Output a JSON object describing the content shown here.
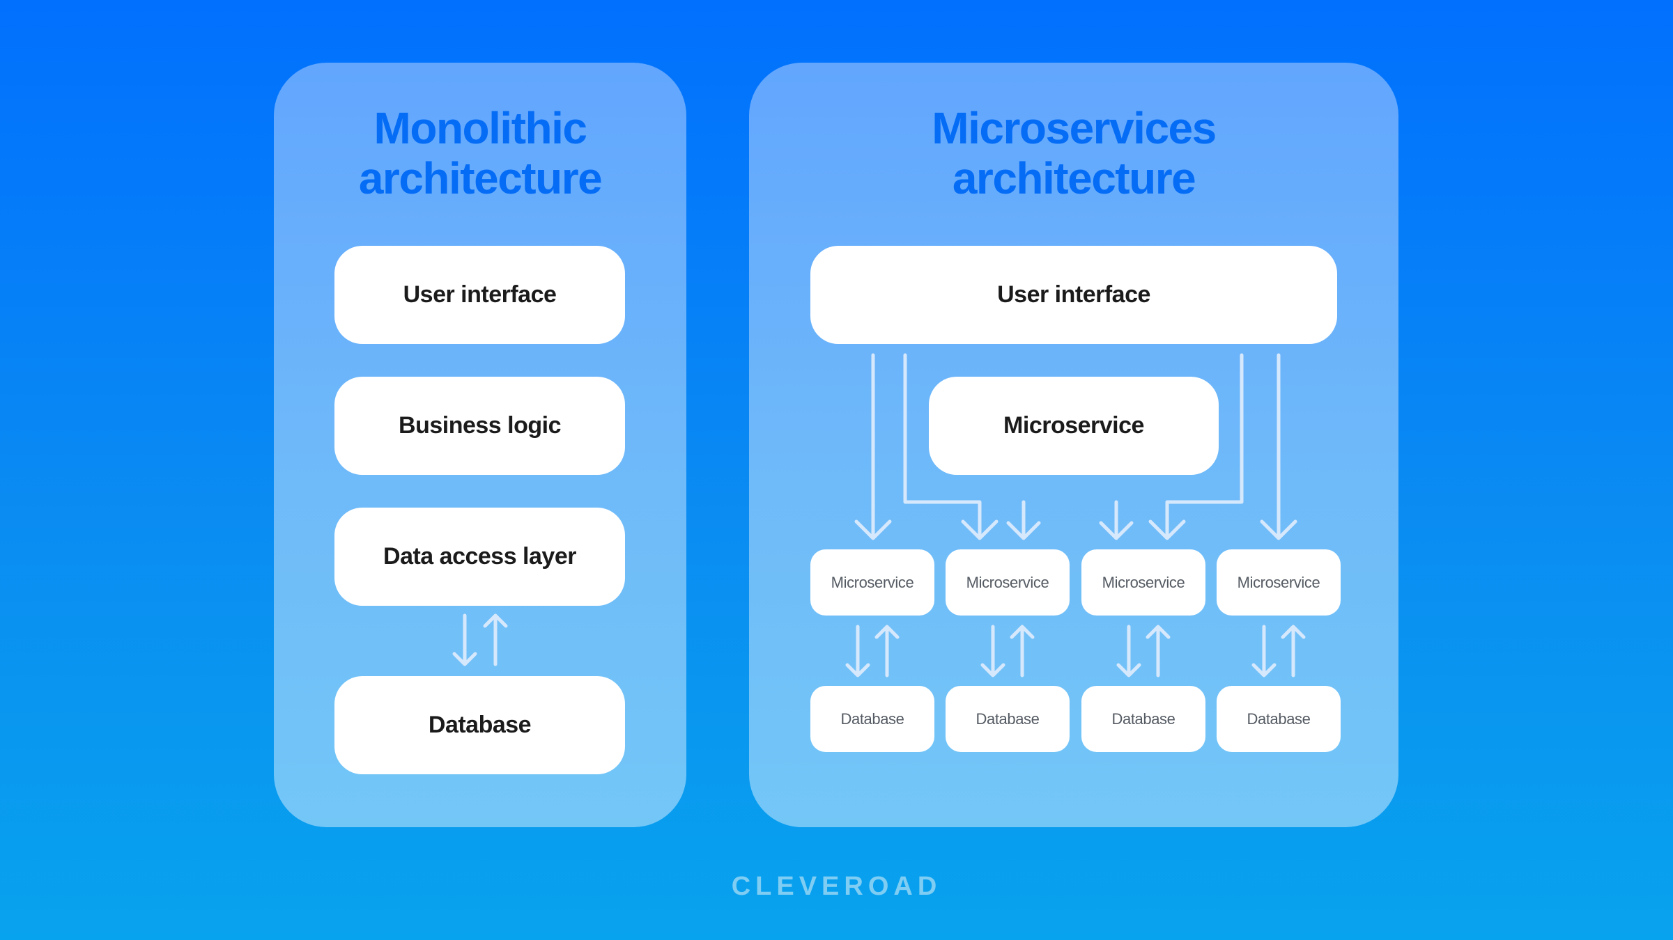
{
  "monolithic": {
    "title_line1": "Monolithic",
    "title_line2": "architecture",
    "layers": [
      "User interface",
      "Business logic",
      "Data access layer",
      "Database"
    ]
  },
  "microservices": {
    "title_line1": "Microservices",
    "title_line2": "architecture",
    "user_interface": "User interface",
    "central_service": "Microservice",
    "services": [
      "Microservice",
      "Microservice",
      "Microservice",
      "Microservice"
    ],
    "databases": [
      "Database",
      "Database",
      "Database",
      "Database"
    ]
  },
  "brand": "CLEVEROAD",
  "colors": {
    "title": "#056cf5",
    "box": "#ffffff",
    "arrow": "#d6e8fc",
    "brand": "#7fcdf3"
  }
}
